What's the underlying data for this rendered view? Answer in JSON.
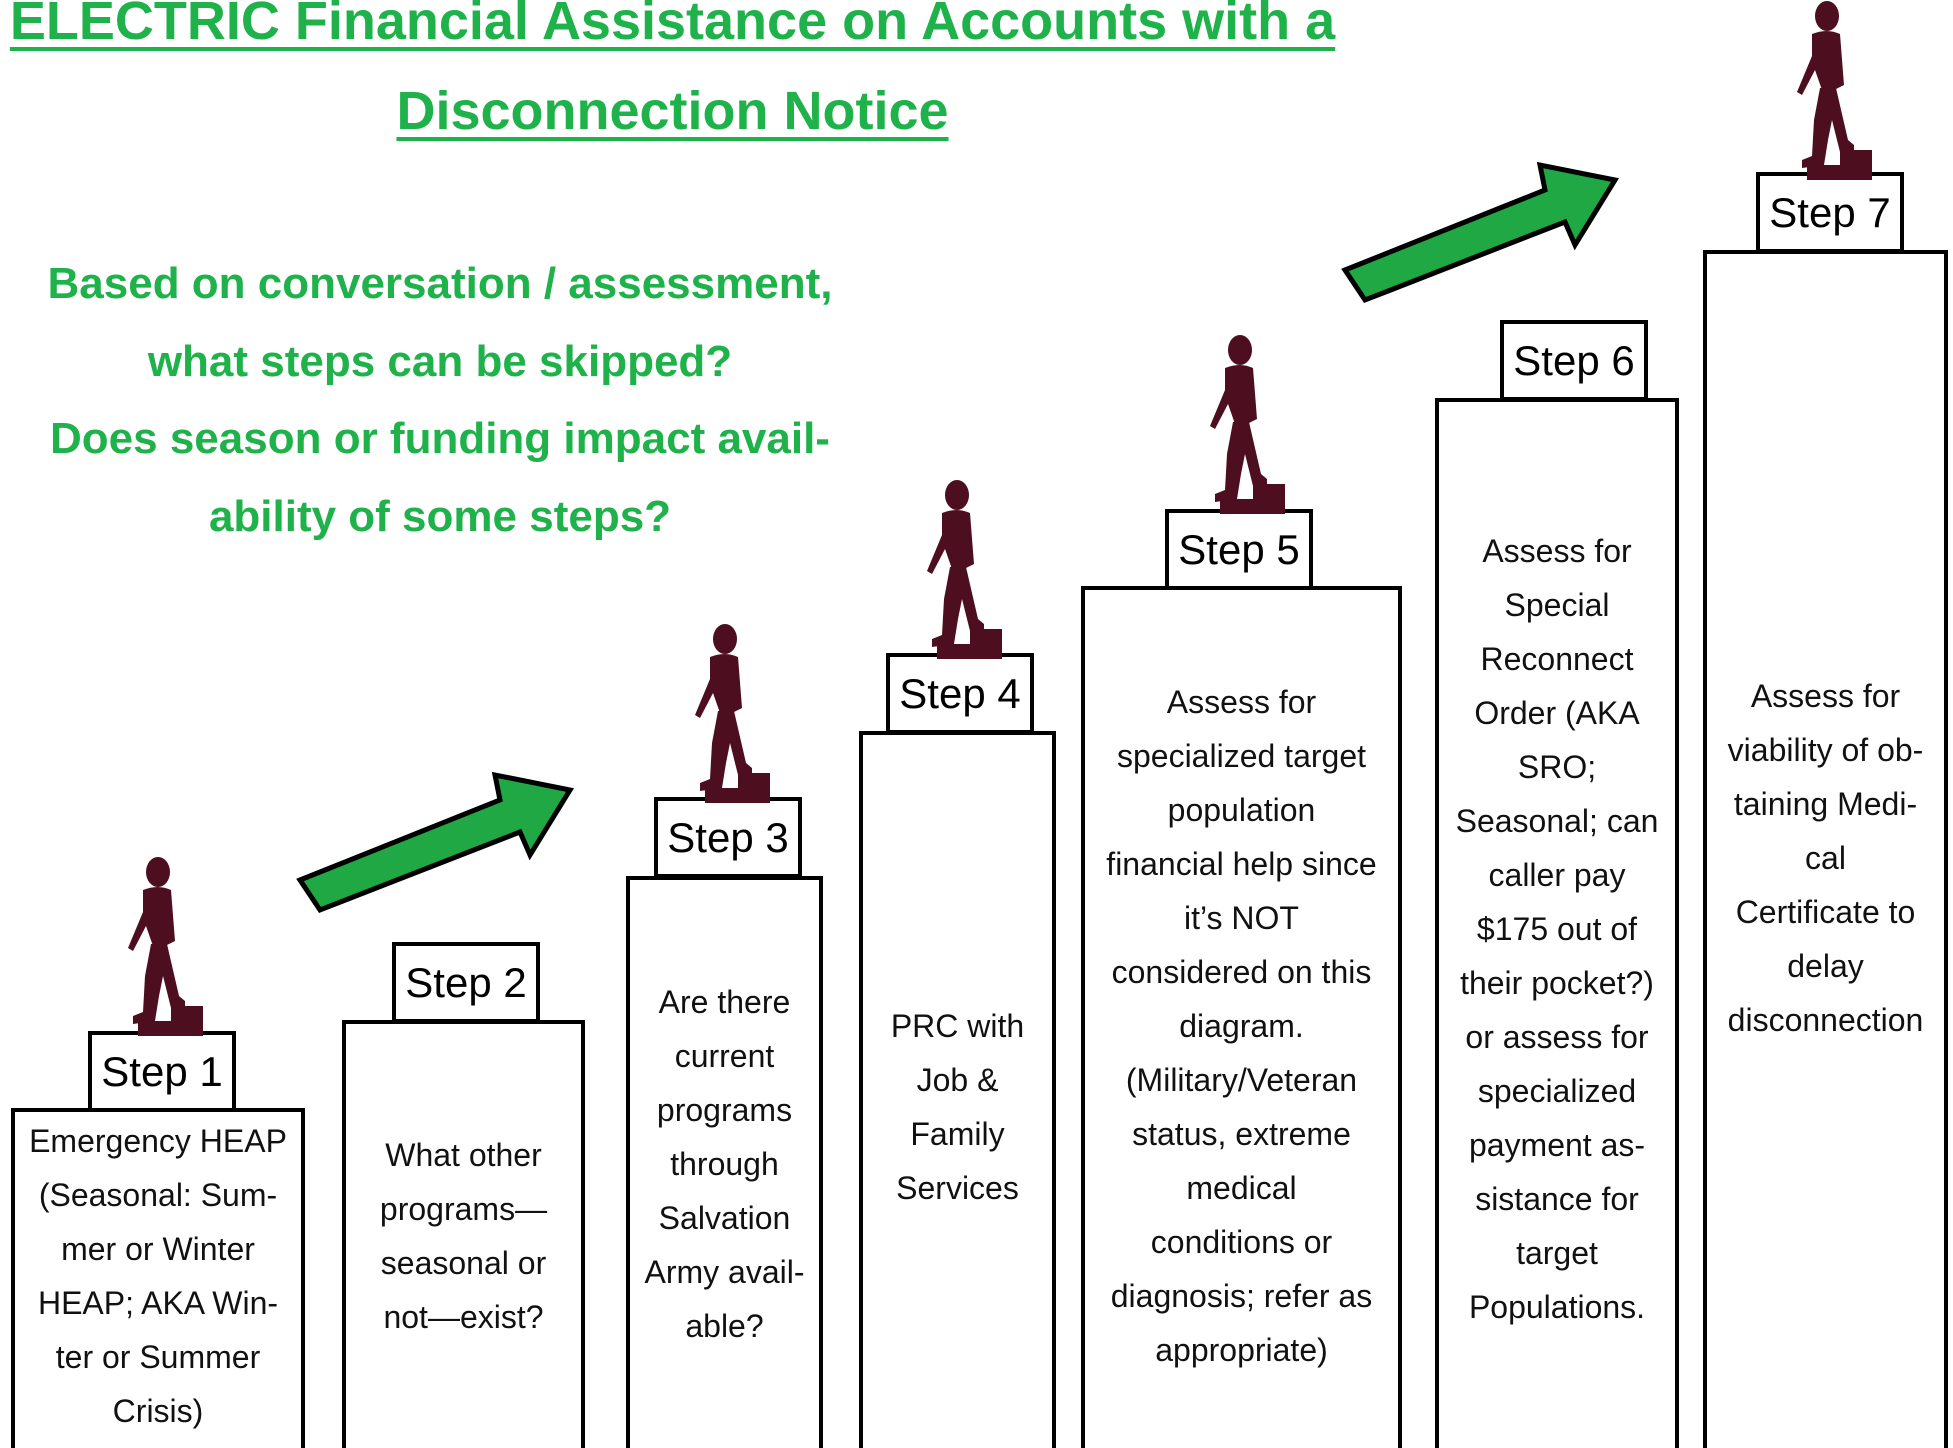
{
  "title": {
    "line1": "ELECTRIC Financial Assistance on Accounts with a",
    "line2": "Disconnection Notice"
  },
  "questions": [
    "Based on conversation / assessment,",
    "what steps can be skipped?",
    "Does season or funding impact avail-",
    "ability of some steps?"
  ],
  "steps": [
    {
      "label": "Step 1",
      "text": "Emergency HEAP\n(Seasonal: Sum-\nmer or Winter\nHEAP; AKA Win-\nter or Summer\nCrisis)"
    },
    {
      "label": "Step 2",
      "text": "What other\nprograms—\nseasonal or\nnot—exist?"
    },
    {
      "label": "Step 3",
      "text": "Are there\ncurrent\nprograms\nthrough\nSalvation\nArmy avail-\nable?"
    },
    {
      "label": "Step 4",
      "text": "PRC with\nJob &\nFamily\nServices"
    },
    {
      "label": "Step 5",
      "text": "Assess for\nspecialized target\npopulation\nfinancial help since\nit’s NOT\nconsidered on this\ndiagram.\n(Military/Veteran\nstatus, extreme\nmedical\nconditions or\ndiagnosis; refer as\nappropriate)"
    },
    {
      "label": "Step 6",
      "text": "Assess for\nSpecial\nReconnect\nOrder (AKA\nSRO;\nSeasonal; can\ncaller pay\n$175 out of\ntheir pocket?)\nor assess for\nspecialized\npayment as-\nsistance for\ntarget\nPopulations."
    },
    {
      "label": "Step 7",
      "text": "Assess for\nviability of ob-\ntaining Medi-\ncal\nCertificate to\ndelay\ndisconnection"
    }
  ],
  "colors": {
    "accent_green": "#1fb24a",
    "arrow_fill": "#1fa844",
    "figure_maroon": "#4d0f1f"
  },
  "icons": {
    "walker": "person-climbing-stairs-icon",
    "arrow": "up-right-arrow-icon"
  }
}
